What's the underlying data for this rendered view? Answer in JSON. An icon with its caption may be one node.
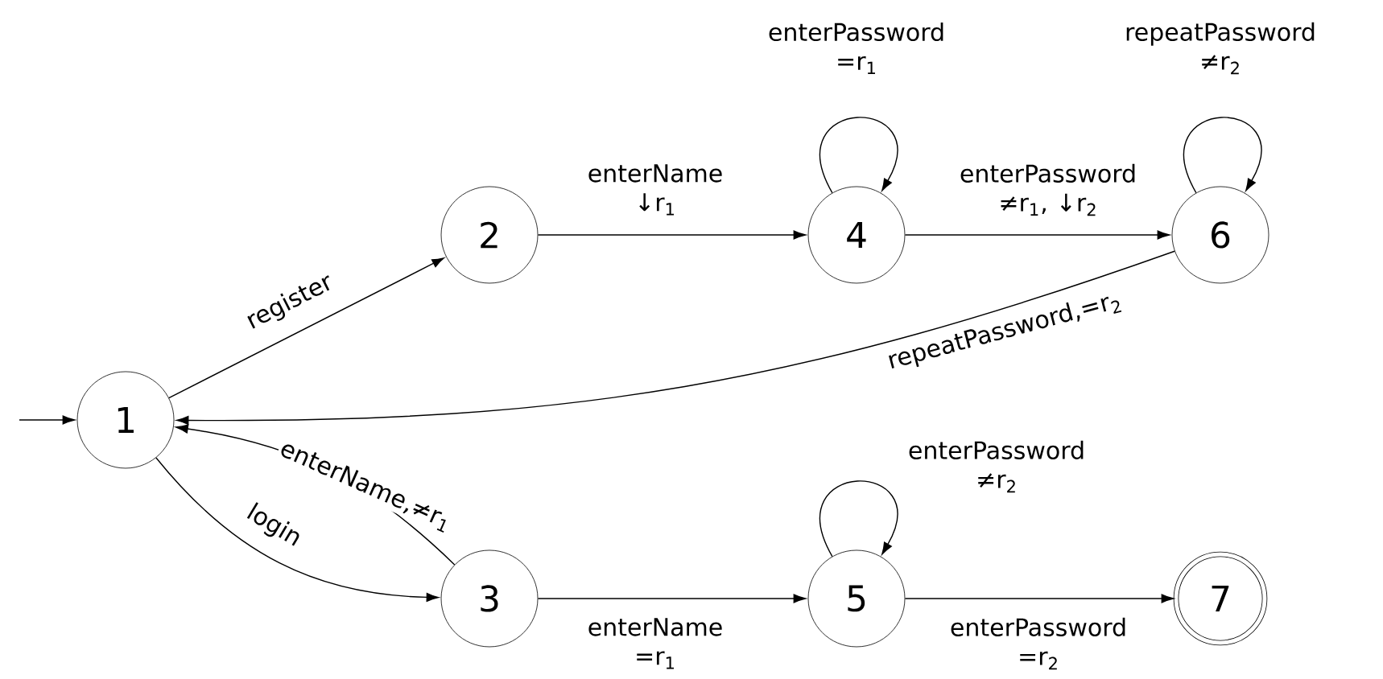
{
  "diagram": {
    "nodes": [
      {
        "text": [
          "1"
        ]
      },
      {
        "text": [
          "2"
        ]
      },
      {
        "text": [
          "3"
        ]
      },
      {
        "text": [
          "4"
        ]
      },
      {
        "text": [
          "5"
        ]
      },
      {
        "text": [
          "6"
        ]
      },
      {
        "text": [
          "7"
        ]
      }
    ],
    "edges": [
      {
        "from": null,
        "to": 0,
        "arrow": "to"
      },
      {
        "from": 0,
        "to": 1,
        "arrow": "to",
        "label": "register"
      },
      {
        "from": 1,
        "to": 3,
        "arrow": "to",
        "label": "enterName ↓r$_{1}$"
      },
      {
        "from": 3,
        "to": 3,
        "arrow": "to",
        "label": "enterPassword =r$_{1}$"
      },
      {
        "from": 3,
        "to": 5,
        "arrow": "to",
        "label": "enterPassword ≠r$_{1}$, ↓r$_{2}$"
      },
      {
        "from": 5,
        "to": 5,
        "arrow": "to",
        "label": "repeatPassword ≠r$_{2}$"
      },
      {
        "from": 5,
        "to": 0,
        "arrow": "to",
        "label": "repeatPassword,=r$_{2}$"
      },
      {
        "from": 0,
        "to": 2,
        "arrow": "to",
        "label": "login"
      },
      {
        "from": 2,
        "to": 0,
        "arrow": "to",
        "label": "enterName,≠r$_{1}$"
      },
      {
        "from": 2,
        "to": 4,
        "arrow": "to",
        "label": "enterName =r$_{1}$"
      },
      {
        "from": 4,
        "to": 4,
        "arrow": "to",
        "label": "enterPassword ≠r$_{2}$"
      },
      {
        "from": 4,
        "to": 6,
        "arrow": "to",
        "label": "enterPassword =r$_{2}$"
      }
    ]
  }
}
